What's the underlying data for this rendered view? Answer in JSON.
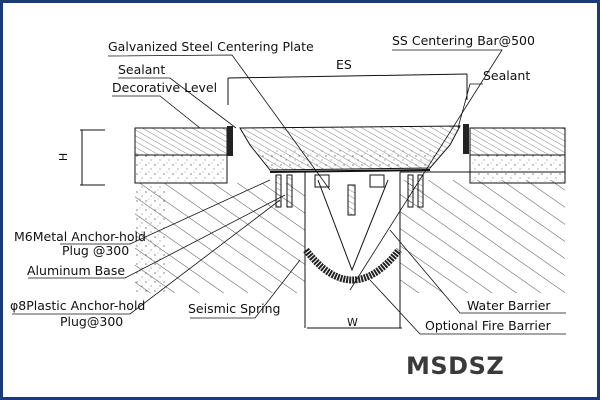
{
  "labels": {
    "centering_plate": "Galvanized Steel Centering Plate",
    "centering_bar": "SS Centering Bar@500",
    "es": "ES",
    "sealant_left": "Sealant",
    "sealant_right": "Sealant",
    "decorative_level": "Decorative Level",
    "m6_anchor_1": "M6Metal Anchor-hold",
    "m6_anchor_2": "Plug @300",
    "aluminum_base": "Aluminum Base",
    "plastic_anchor_1": "φ8Plastic Anchor-hold",
    "plastic_anchor_2": "Plug@300",
    "seismic_spring": "Seismic Spring",
    "water_barrier": "Water Barrier",
    "fire_barrier": "Optional Fire Barrier",
    "w": "W",
    "h": "H"
  },
  "brand": "MSDSZ",
  "colors": {
    "border": "#1b3b78",
    "brand": "#3a3a3a"
  }
}
